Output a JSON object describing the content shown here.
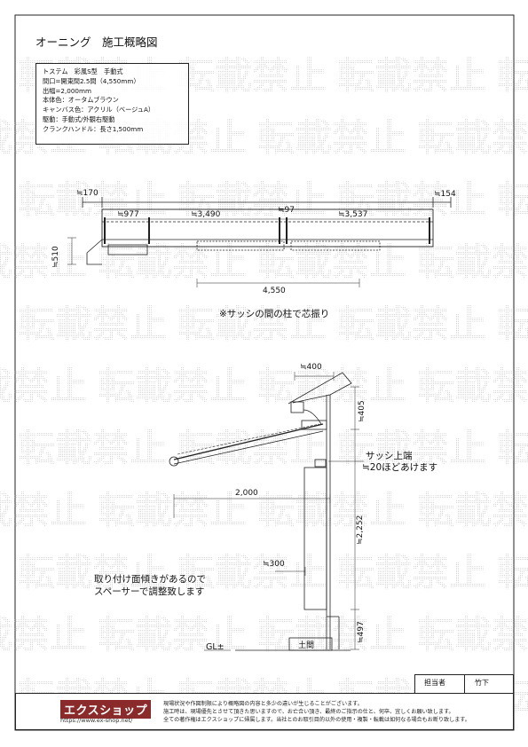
{
  "title": "オーニング　施工概略図",
  "spec_lines": [
    "トステム　彩風S型　手動式",
    "間口=開東間2.5間（4,550mm）",
    "出幅=2,000mm",
    "本体色：オータムブラウン",
    "キャンバス色：アクリル（ベージュA）",
    "駆動：手動式/外観右駆動",
    "クランクハンドル：長さ1,500mm"
  ],
  "watermark_text": "転載禁止",
  "plan_view": {
    "dims": {
      "left_overhang": "≒170",
      "right_overhang": "≒154",
      "left_offset": "≒977",
      "span_left": "≒3,490",
      "center_gap": "≒97",
      "span_right": "≒3,537",
      "depth": "≒510",
      "total_width": "4,550"
    },
    "note": "※サッシの間の柱で芯振り"
  },
  "side_view": {
    "dims": {
      "bracket_width": "≒400",
      "top_height": "≒405",
      "projection": "2,000",
      "spacer_depth": "≒300",
      "mount_height": "≒2,252",
      "bottom_height": "≒497"
    },
    "sash_note_1": "サッシ上端",
    "sash_note_2": "≒20ほどあけます",
    "spacer_note_1": "取り付け面傾きがあるので",
    "spacer_note_2": "スペーサーで調整致します",
    "gl_label": "GL±",
    "doma_label": "土間"
  },
  "signature": {
    "label": "担当者",
    "name": "竹下"
  },
  "company": {
    "logo": "エクスショップ",
    "url": "https://www.ex-shop.net/"
  },
  "footer_notes": [
    "現場状況や作図制限により概略図の内容と多少の違いが生じることがございます。",
    "施工時は、現場優先とさせて頂きた思いますので、お亡合い頂き、最終のご指示の仕と、何卒、宜しくお願い致します。",
    "全ての著作権はエクスショップに帰属します。当社とのお取引目的以外の使用・複製・転載は如何なる場合もお断り致します。"
  ]
}
